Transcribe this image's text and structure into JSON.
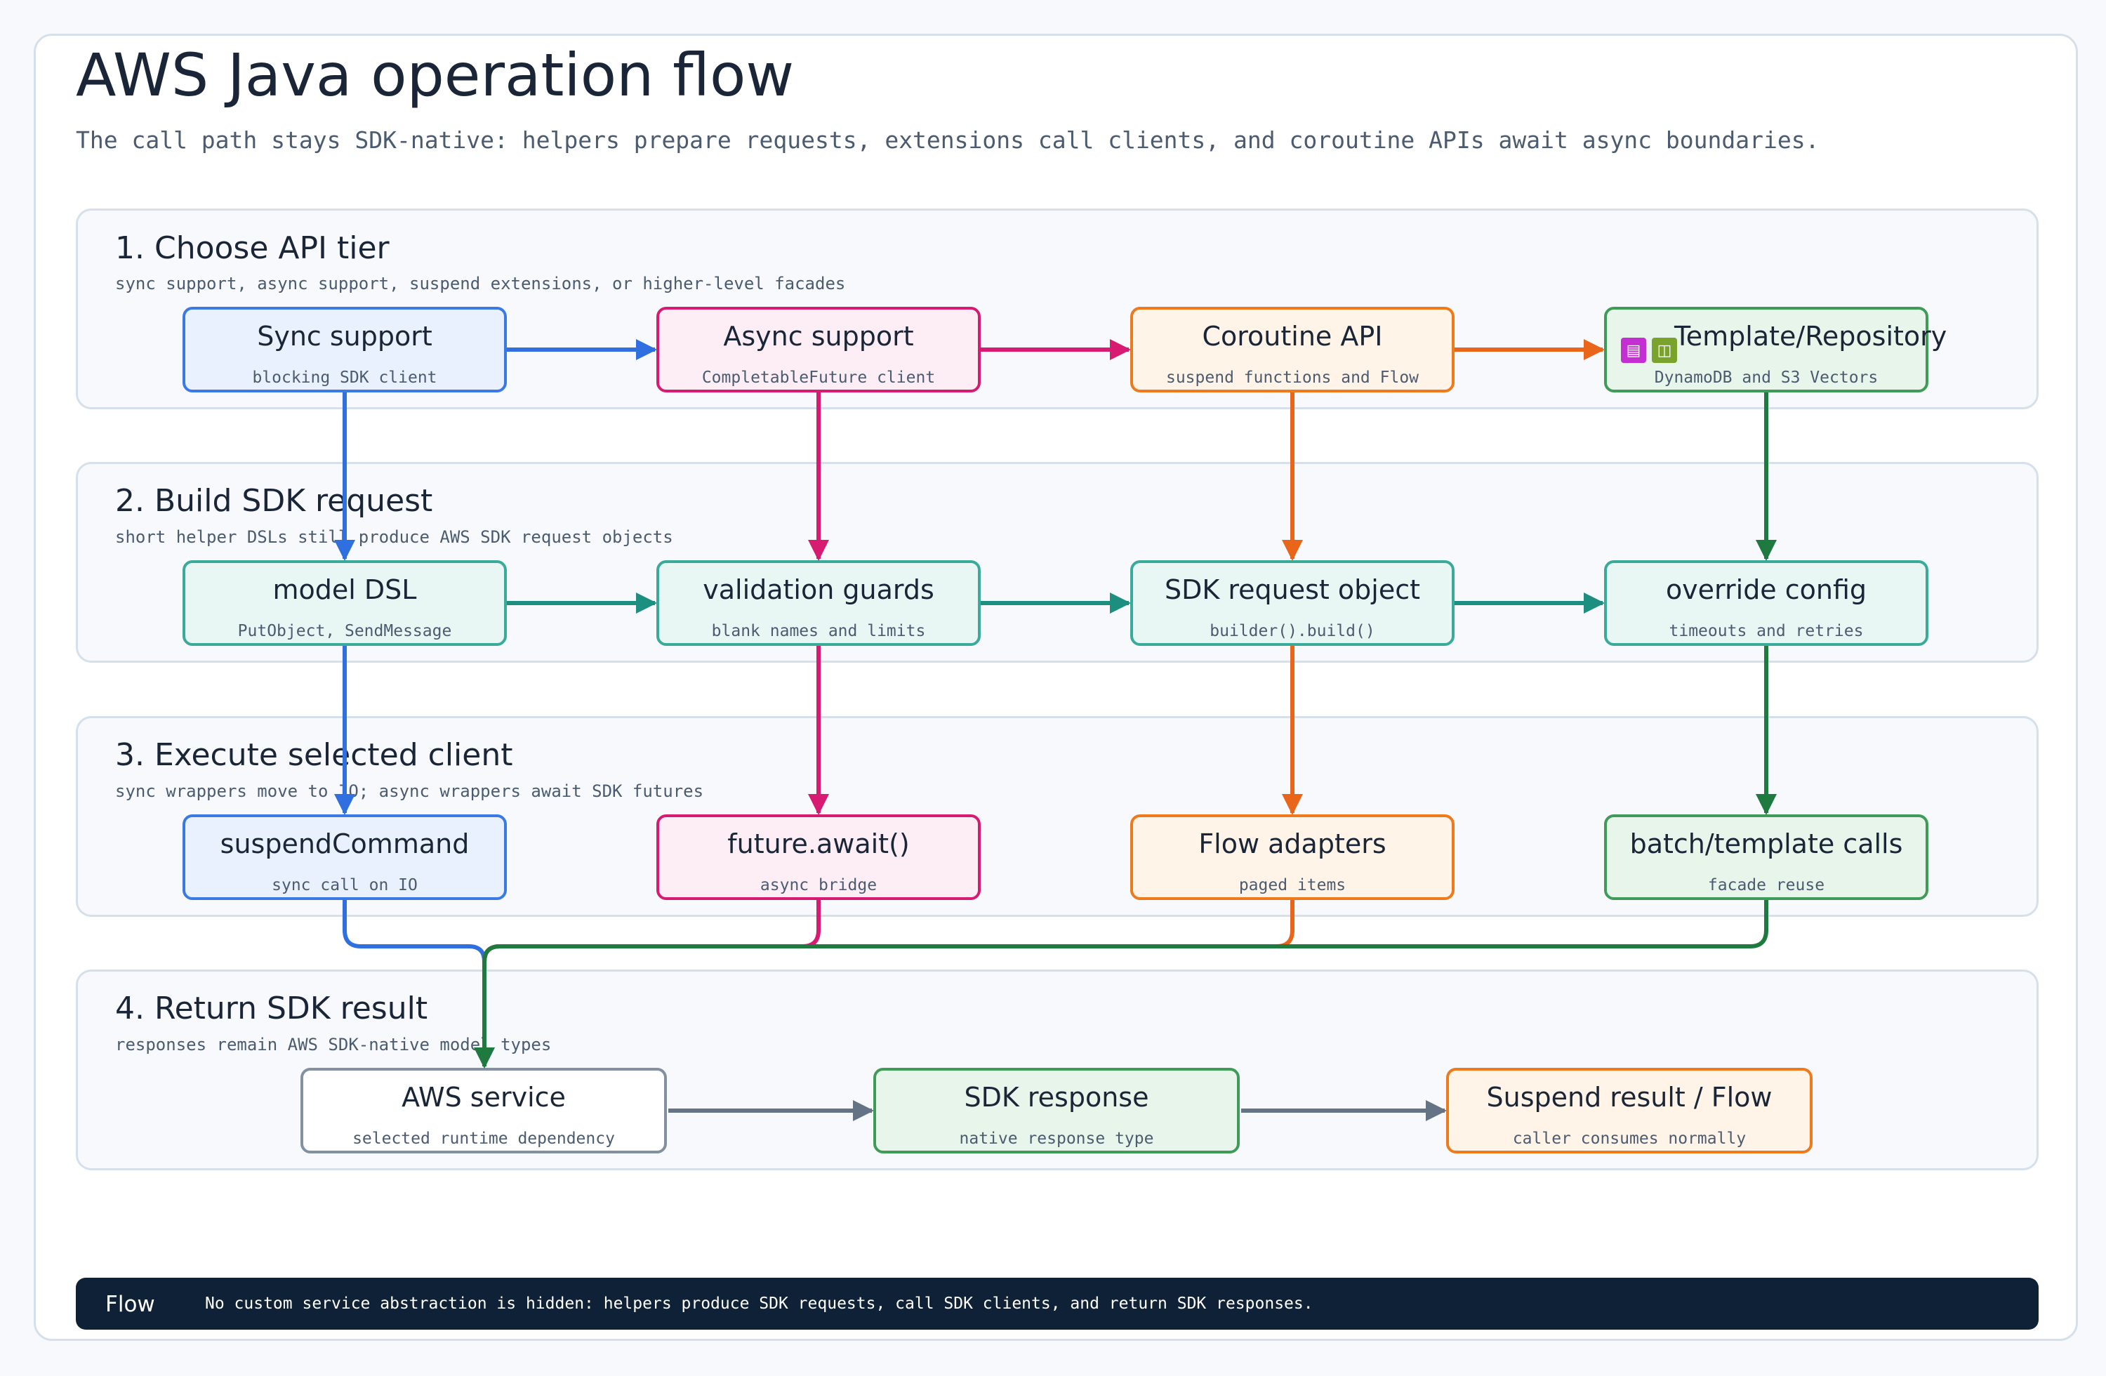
{
  "title": "AWS Java operation flow",
  "subtitle": "The call path stays SDK-native: helpers prepare requests, extensions call clients, and coroutine APIs await async boundaries.",
  "colors": {
    "blue": "#2f6fe0",
    "pink": "#d81b72",
    "orange": "#e8651a",
    "green": "#1f7a3f",
    "teal": "#1d8f80",
    "gray": "#657386",
    "footer_bg": "#0f2137"
  },
  "sections": [
    {
      "title": "1. Choose API tier",
      "subtitle": "sync support, async support, suspend extensions, or higher-level facades"
    },
    {
      "title": "2. Build SDK request",
      "subtitle": "short helper DSLs still produce AWS SDK request objects"
    },
    {
      "title": "3. Execute selected client",
      "subtitle": "sync wrappers move to IO; async wrappers await SDK futures"
    },
    {
      "title": "4. Return SDK result",
      "subtitle": "responses remain AWS SDK-native model types"
    }
  ],
  "nodes": {
    "sync_support": {
      "title": "Sync support",
      "subtitle": "blocking SDK client"
    },
    "async_support": {
      "title": "Async support",
      "subtitle": "CompletableFuture client"
    },
    "coroutine_api": {
      "title": "Coroutine API",
      "subtitle": "suspend functions and Flow"
    },
    "template_repository": {
      "title": "Template/Repository",
      "subtitle": "DynamoDB and S3 Vectors",
      "icons": [
        "dynamodb-icon",
        "s3-vectors-icon"
      ]
    },
    "model_dsl": {
      "title": "model DSL",
      "subtitle": "PutObject, SendMessage"
    },
    "validation_guards": {
      "title": "validation guards",
      "subtitle": "blank names and limits"
    },
    "sdk_request_object": {
      "title": "SDK request object",
      "subtitle": "builder().build()"
    },
    "override_config": {
      "title": "override config",
      "subtitle": "timeouts and retries"
    },
    "suspend_command": {
      "title": "suspendCommand",
      "subtitle": "sync call on IO"
    },
    "future_await": {
      "title": "future.await()",
      "subtitle": "async bridge"
    },
    "flow_adapters": {
      "title": "Flow adapters",
      "subtitle": "paged items"
    },
    "batch_template_calls": {
      "title": "batch/template calls",
      "subtitle": "facade reuse"
    },
    "aws_service": {
      "title": "AWS service",
      "subtitle": "selected runtime dependency"
    },
    "sdk_response": {
      "title": "SDK response",
      "subtitle": "native response type"
    },
    "suspend_result": {
      "title": "Suspend result / Flow",
      "subtitle": "caller consumes normally"
    }
  },
  "footer": {
    "label": "Flow",
    "text": "No custom service abstraction is hidden: helpers produce SDK requests, call SDK clients, and return SDK responses."
  }
}
